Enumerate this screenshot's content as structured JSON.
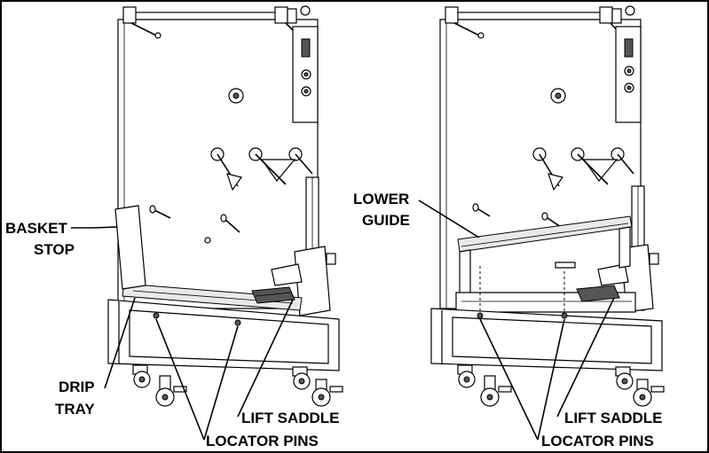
{
  "labels": {
    "basket_stop_1": "BASKET",
    "basket_stop_2": "STOP",
    "drip_tray_1": "DRIP",
    "drip_tray_2": "TRAY",
    "lift_saddle_left": "LIFT SADDLE",
    "locator_pins_left": "LOCATOR PINS",
    "lower_guide_1": "LOWER",
    "lower_guide_2": "GUIDE",
    "lift_saddle_right": "LIFT SADDLE",
    "locator_pins_right": "LOCATOR PINS"
  }
}
